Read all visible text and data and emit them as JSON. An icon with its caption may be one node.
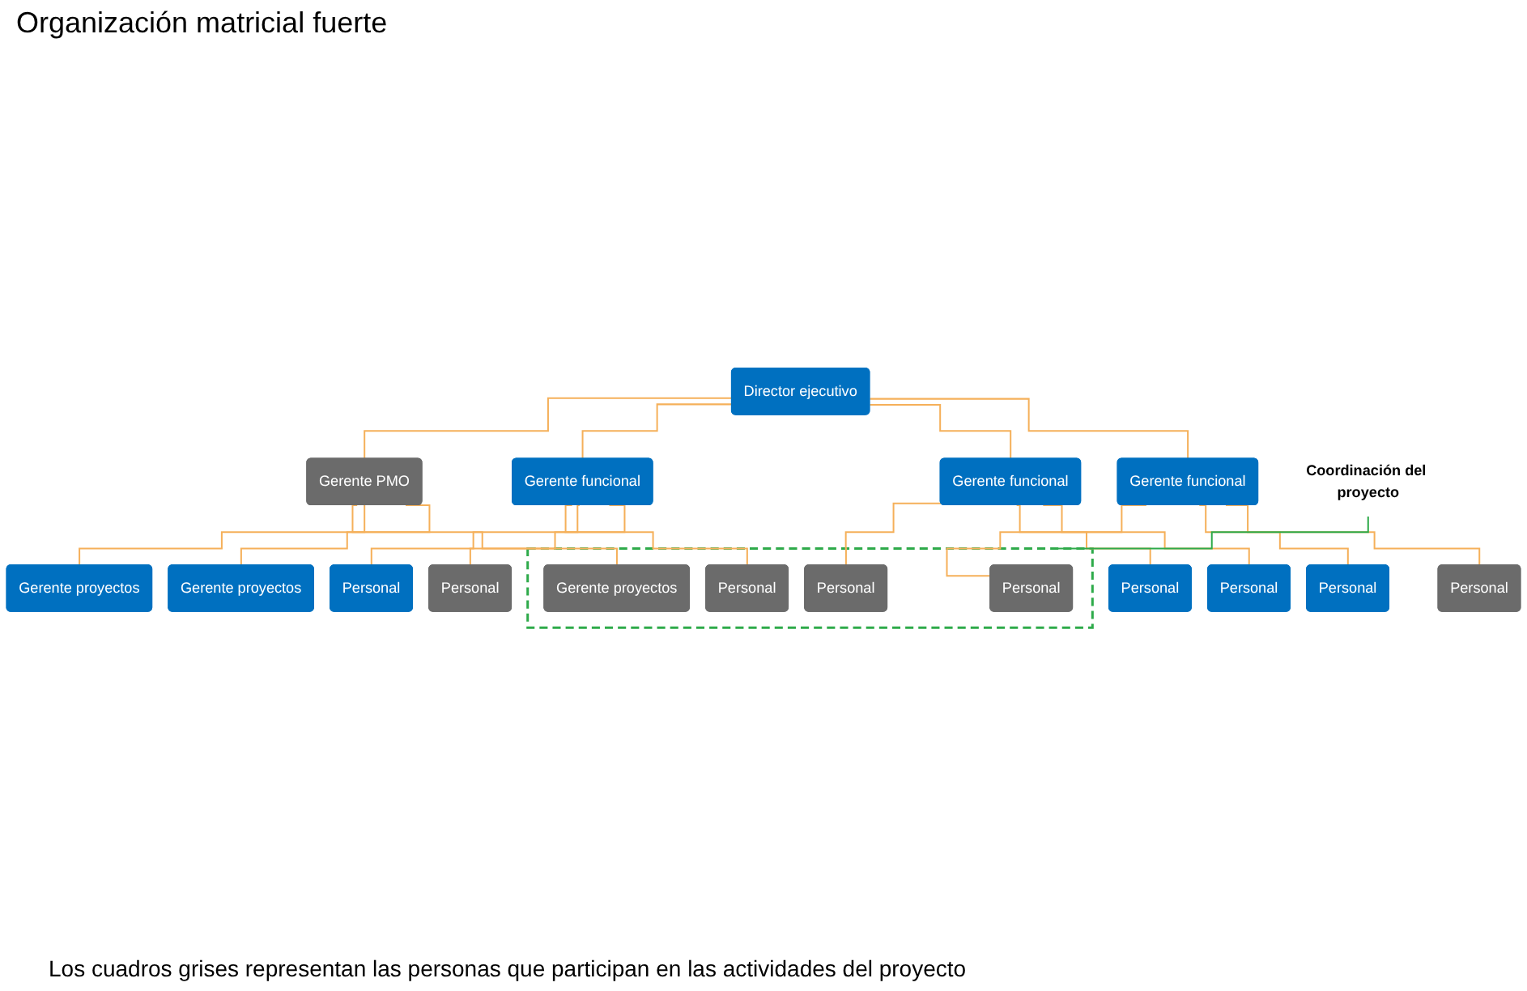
{
  "diagram": {
    "title": "Organización matricial fuerte",
    "nodes": [
      {
        "text": [
          "Director ejecutivo"
        ]
      },
      {
        "text": [
          "Gerente funcional"
        ]
      },
      {
        "text": [
          "Gerente funcional"
        ]
      },
      {
        "text": [
          "Gerente funcional"
        ]
      },
      {
        "text": [
          "Gerente PMO"
        ]
      },
      {
        "text": [
          "Personal"
        ]
      },
      {
        "text": [
          "Personal"
        ]
      },
      {
        "text": [
          "Personal"
        ]
      },
      {
        "text": [
          "Gerente proyectos"
        ]
      },
      {
        "text": [
          "Personal"
        ]
      },
      {
        "text": [
          "Personal"
        ]
      },
      {
        "text": [
          "Personal"
        ]
      },
      {
        "text": [
          "Gerente proyectos"
        ]
      },
      {
        "text": [],
        "shape": "box"
      },
      {
        "text": [
          "Personal"
        ],
        "in": 13
      },
      {
        "text": [
          "Personal"
        ],
        "in": 13
      },
      {
        "text": [
          "Personal"
        ],
        "in": 13
      },
      {
        "text": [
          "Gerente proyectos"
        ],
        "in": 13
      },
      {
        "text": [
          "Coordinación del proyecto"
        ]
      }
    ],
    "edges": [
      {
        "from": 0,
        "to": 1,
        "arrow": "none"
      },
      {
        "from": 0,
        "to": 2,
        "arrow": "none"
      },
      {
        "from": 0,
        "to": 3,
        "arrow": "none"
      },
      {
        "from": 0,
        "to": 4,
        "arrow": "none"
      },
      {
        "from": 1,
        "to": 5,
        "arrow": "none"
      },
      {
        "from": 1,
        "to": 9,
        "arrow": "none"
      },
      {
        "from": 1,
        "to": 14,
        "arrow": "none"
      },
      {
        "from": 2,
        "to": 6,
        "arrow": "none"
      },
      {
        "from": 2,
        "to": 10,
        "arrow": "none"
      },
      {
        "from": 2,
        "to": 15,
        "arrow": "none"
      },
      {
        "from": 3,
        "to": 7,
        "arrow": "none"
      },
      {
        "from": 3,
        "to": 11,
        "arrow": "none"
      },
      {
        "from": 3,
        "to": 16,
        "arrow": "none"
      },
      {
        "from": 4,
        "to": 8,
        "arrow": "none"
      },
      {
        "from": 4,
        "to": 12,
        "arrow": "none"
      },
      {
        "from": 4,
        "to": 17,
        "arrow": "none"
      },
      {
        "from": 18,
        "to": 13,
        "arrow": "none",
        "color": "#2eaa4a"
      }
    ],
    "labels": [
      "Los cuadros grises representan las personas que participan en las actividades del proyecto"
    ]
  }
}
